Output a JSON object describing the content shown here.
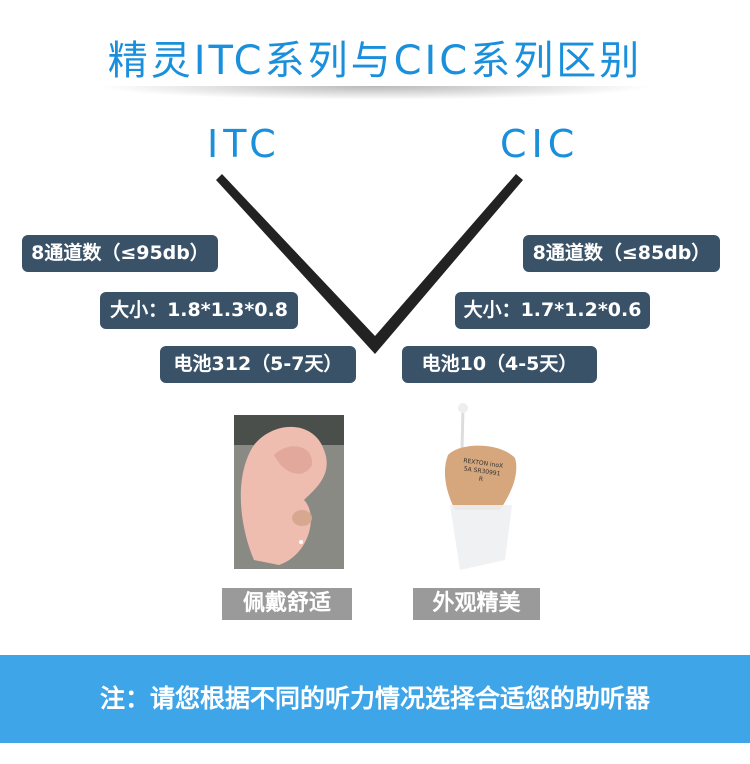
{
  "header": {
    "title": "精灵ITC系列与CIC系列区别"
  },
  "itc": {
    "label": "ITC",
    "specs": [
      "8通道数（≤95db）",
      "大小：1.8*1.3*0.8",
      "电池312（5-7天）"
    ],
    "image_caption": "佩戴舒适",
    "image": "ear-wearing-hearing-aid"
  },
  "cic": {
    "label": "CIC",
    "specs": [
      "8通道数（≤85db）",
      "大小：1.7*1.2*0.6",
      "电池10（4-5天）"
    ],
    "image_caption": "外观精美",
    "image": "cic-hearing-aid-device",
    "device_print": "REXTON inoX 5A SR30991 R"
  },
  "footer": {
    "note": "注：请您根据不同的听力情况选择合适您的助听器"
  },
  "colors": {
    "accent": "#1a8fdc",
    "pill": "#3a5268",
    "footer": "#3ea5e9",
    "caption": "#9a9a9a"
  }
}
